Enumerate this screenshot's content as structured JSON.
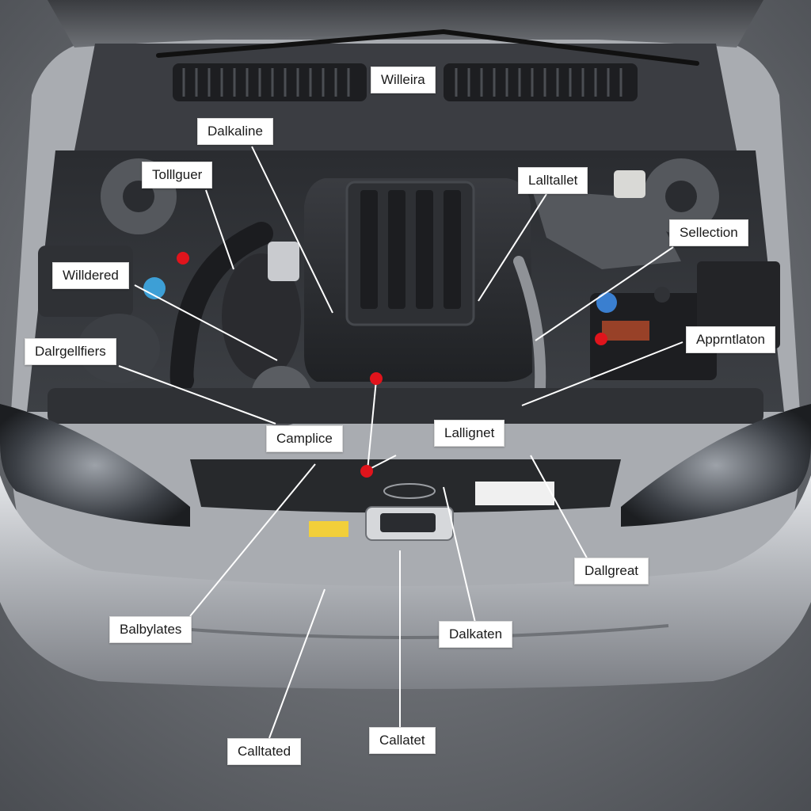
{
  "labels": {
    "l1": "Willeira",
    "l2": "Dalkaline",
    "l3": "Tolllguer",
    "l4": "Lalltallet",
    "l5": "Sellection",
    "l6": "Willdered",
    "l7": "Dalrgellfiers",
    "l8": "Apprntlaton",
    "l9": "Camplice",
    "l10": "Lallignet",
    "l11": "Dallgreat",
    "l12": "Balbylates",
    "l13": "Dalkaten",
    "l14": "Calltated",
    "l15": "Callatet"
  },
  "colors": {
    "background": "#5e6166",
    "body_silver": "#b9bcc1",
    "engine_cover": "#2b2d31",
    "marker_red": "#e0141c",
    "label_bg": "#ffffff",
    "leader_line": "#ffffff"
  }
}
